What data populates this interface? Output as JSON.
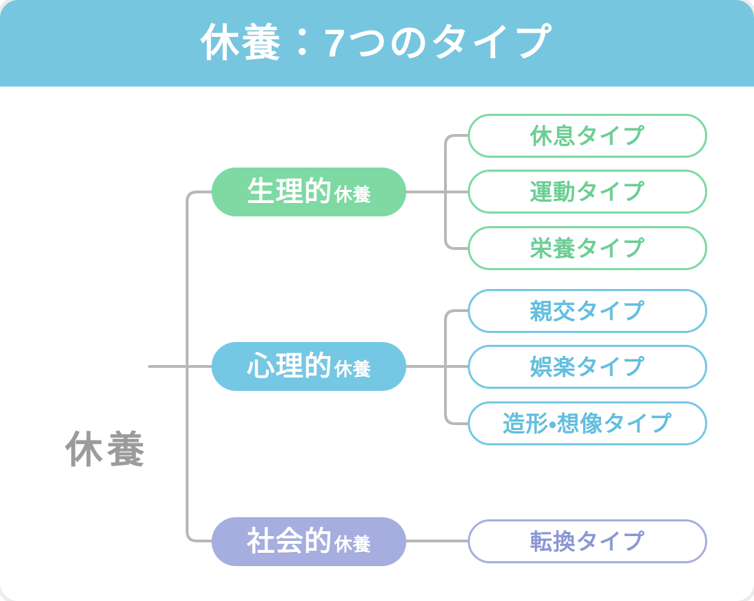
{
  "header": {
    "title": "休養：7つのタイプ",
    "background_color": "#76C6E0",
    "text_color": "#ffffff"
  },
  "root": {
    "label": "休養",
    "color": "#9b9b9b"
  },
  "connector_color": "#b8b8b8",
  "categories": [
    {
      "id": "physiological",
      "main": "生理的",
      "sub": "休養",
      "color": "#7ED9A3",
      "leaf_text_color": "#6BCE93",
      "leaves": [
        "休息タイプ",
        "運動タイプ",
        "栄養タイプ"
      ]
    },
    {
      "id": "psychological",
      "main": "心理的",
      "sub": "休養",
      "color": "#75C8E4",
      "leaf_text_color": "#62BEDE",
      "leaves": [
        "親交タイプ",
        "娯楽タイプ",
        "造形・想像タイプ"
      ]
    },
    {
      "id": "social",
      "main": "社会的",
      "sub": "休養",
      "color": "#A6AEDF",
      "leaf_text_color": "#8C97D6",
      "leaves": [
        "転換タイプ"
      ]
    }
  ],
  "leaves_flat": [
    "休息タイプ",
    "運動タイプ",
    "栄養タイプ",
    "親交タイプ",
    "娯楽タイプ",
    "造形・想像タイプ",
    "転換タイプ"
  ]
}
